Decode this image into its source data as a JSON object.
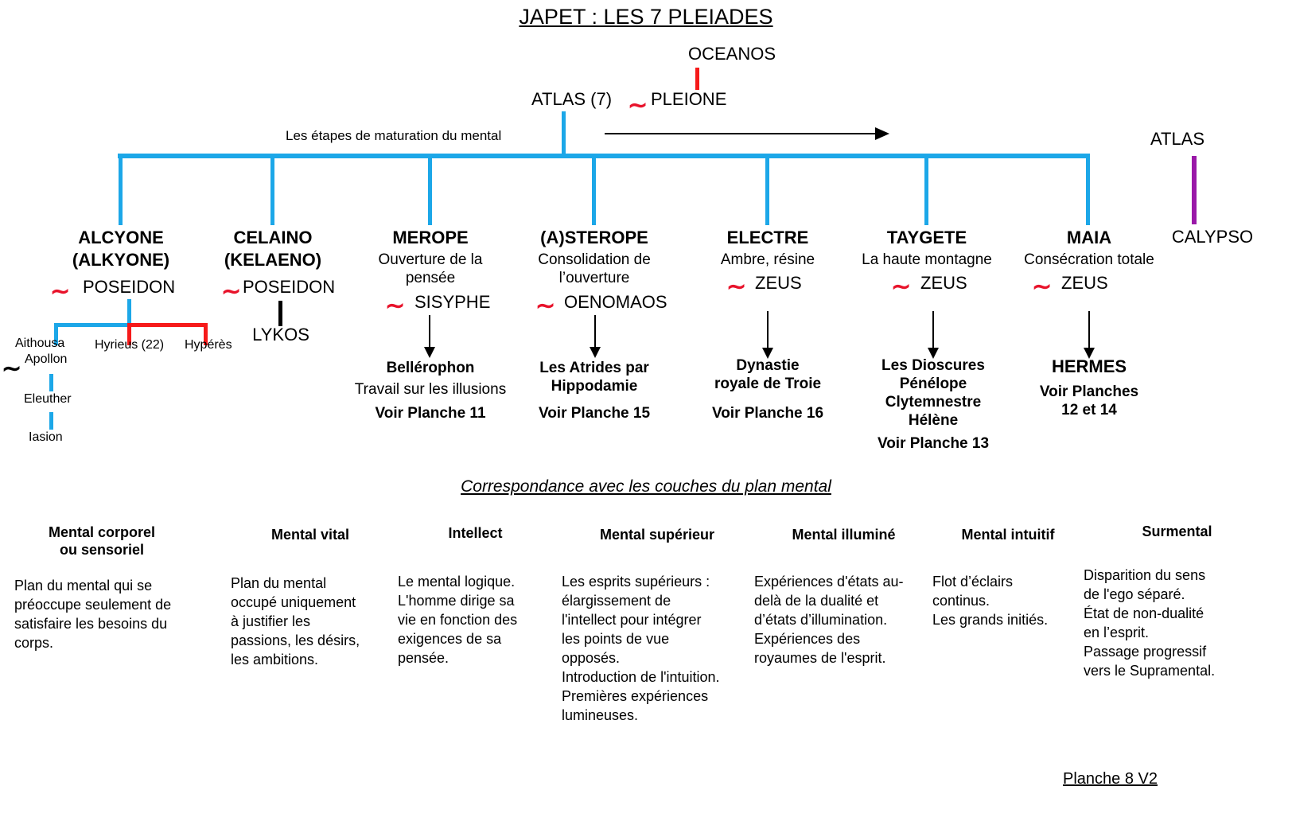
{
  "title": "JAPET : LES 7 PLEIADES",
  "top": {
    "oceanos": "OCEANOS",
    "atlas": "ATLAS (7)",
    "pleione": "PLEIONE",
    "union_symbol": "∼",
    "maturation_label": "Les étapes de maturation du mental"
  },
  "right_branch": {
    "atlas": "ATLAS",
    "calypso": "CALYPSO"
  },
  "pleiades": [
    {
      "name": "ALCYONE",
      "name2": "(ALKYONE)",
      "desc": "",
      "union_symbol": "∼",
      "consort": "POSEIDON",
      "children": [],
      "offspring": [],
      "planche": ""
    },
    {
      "name": "CELAINO",
      "name2": "(KELAENO)",
      "desc": "",
      "union_symbol": "∼",
      "consort": "POSEIDON",
      "child": "LYKOS"
    },
    {
      "name": "MEROPE",
      "desc": "Ouverture de la\npensée",
      "union_symbol": "∼",
      "consort": "SISYPHE",
      "offspring": [
        "Bellérophon"
      ],
      "offspring_note": "Travail sur les illusions",
      "planche": "Voir Planche 11"
    },
    {
      "name": "(A)STEROPE",
      "desc": "Consolidation de\nl’ouverture",
      "union_symbol": "∼",
      "consort": "OENOMAOS",
      "offspring": [
        "Les Atrides par",
        "Hippodamie"
      ],
      "planche": "Voir Planche 15"
    },
    {
      "name": "ELECTRE",
      "desc": "Ambre, résine",
      "union_symbol": "∼",
      "consort": "ZEUS",
      "offspring": [
        "Dynastie",
        "royale de Troie"
      ],
      "planche": "Voir Planche 16"
    },
    {
      "name": "TAYGETE",
      "desc": "La haute montagne",
      "union_symbol": "∼",
      "consort": "ZEUS",
      "offspring": [
        "Les Dioscures",
        "Pénélope",
        "Clytemnestre",
        "Hélène"
      ],
      "planche": "Voir Planche 13"
    },
    {
      "name": "MAIA",
      "desc": "Consécration totale",
      "union_symbol": "∼",
      "consort": "ZEUS",
      "offspring": [
        "HERMES"
      ],
      "offspring_note": "Voir Planches\n12 et 14",
      "planche": ""
    }
  ],
  "alcyone_tree": {
    "aithousa": "Aithousa",
    "apollon": "Apollon",
    "apollon_union": "∼",
    "hyrieus": "Hyrieus (22)",
    "hyperes": "Hypérès",
    "eleuther": "Eleuther",
    "iasion": "Iasion"
  },
  "merope_offspring_title": "Bellérophon",
  "section2": {
    "heading": "Correspondance avec les couches du plan mental",
    "columns": [
      {
        "title": "Mental corporel\nou sensoriel",
        "body": "Plan du mental qui se\npréoccupe seulement de\nsatisfaire les besoins du\ncorps."
      },
      {
        "title": "Mental vital",
        "body": "Plan du mental\noccupé uniquement\nà justifier les\npassions, les désirs,\nles ambitions."
      },
      {
        "title": "Intellect",
        "body": "Le mental logique.\nL'homme dirige sa\nvie en fonction des\nexigences de sa\npensée."
      },
      {
        "title": "Mental supérieur",
        "body": "Les esprits supérieurs :\nélargissement de\nl'intellect pour intégrer\nles points de vue\nopposés.\nIntroduction de l'intuition.\nPremières expériences\nlumineuses."
      },
      {
        "title": "Mental illuminé",
        "body": "Expériences d'états au-\ndelà de la dualité et\nd’états  d’illumination.\nExpériences des\nroyaumes de l'esprit."
      },
      {
        "title": "Mental intuitif",
        "body": "Flot d’éclairs\ncontinus.\nLes grands initiés."
      },
      {
        "title": "Surmental",
        "body": "Disparition du sens\nde l'ego séparé.\nÉtat de non-dualité\nen l’esprit.\nPassage progressif\nvers le Supramental."
      }
    ]
  },
  "footer": "Planche 8 V2",
  "colors": {
    "blue": "#1CA7E8",
    "red": "#F61A1A",
    "purple": "#9A18A8",
    "black": "#000000"
  }
}
